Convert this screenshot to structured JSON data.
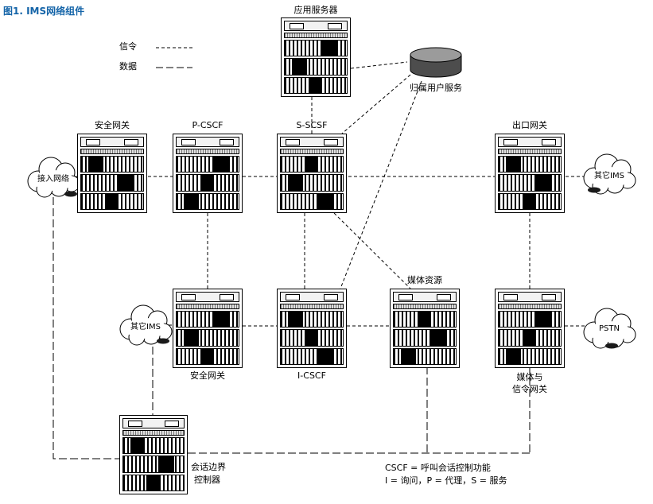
{
  "title": "图1. IMS网络组件",
  "legend": {
    "signaling_label": "信令",
    "data_label": "数据"
  },
  "nodes": {
    "app_server": "应用服务器",
    "hss": "归属用户服务",
    "security_gateway_top": "安全网关",
    "p_cscf": "P-CSCF",
    "s_scsf": "S-SCSF",
    "egress_gateway": "出口网关",
    "access_network": "接入网络",
    "other_ims_top": "其它IMS",
    "other_ims_mid": "其它IMS",
    "pstn": "PSTN",
    "security_gateway_mid": "安全网关",
    "i_cscf": "I-CSCF",
    "media_resources": "媒体资源",
    "media_gw_line1": "媒体与",
    "media_gw_line2": "信令网关",
    "sbc_line1": "会话边界",
    "sbc_line2": "控制器"
  },
  "notes": {
    "line1": "CSCF = 呼叫会话控制功能",
    "line2": "I = 询问，P = 代理，S = 服务"
  },
  "colors": {
    "title_blue": "#1464a8",
    "line_black": "#000000"
  }
}
